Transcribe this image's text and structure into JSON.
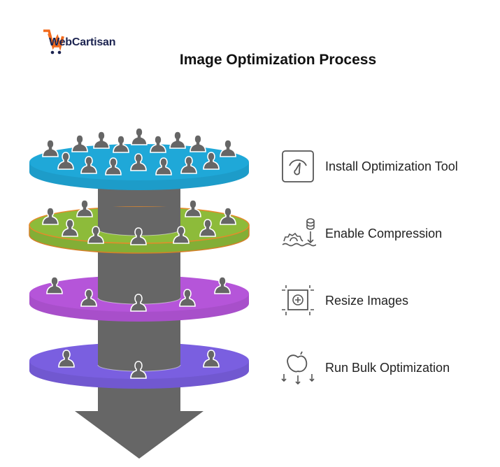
{
  "logo": {
    "text": "WebCartisan",
    "accent": "#f26b1d",
    "text_color": "#1b2350"
  },
  "title": "Image Optimization Process",
  "layers": [
    {
      "color": "#1fa8d8",
      "people": 18
    },
    {
      "color": "#8dbb3a",
      "edge": "#e58a2b",
      "people": 10
    },
    {
      "color": "#b555d9",
      "people": 5
    },
    {
      "color": "#7a5fe0",
      "people": 3
    }
  ],
  "column_color": "#666666",
  "steps": [
    {
      "label": "Install Optimization Tool",
      "icon": "gauge-icon"
    },
    {
      "label": "Enable Compression",
      "icon": "compression-icon"
    },
    {
      "label": "Resize Images",
      "icon": "resize-icon"
    },
    {
      "label": "Run Bulk Optimization",
      "icon": "bulk-optimize-icon"
    }
  ]
}
